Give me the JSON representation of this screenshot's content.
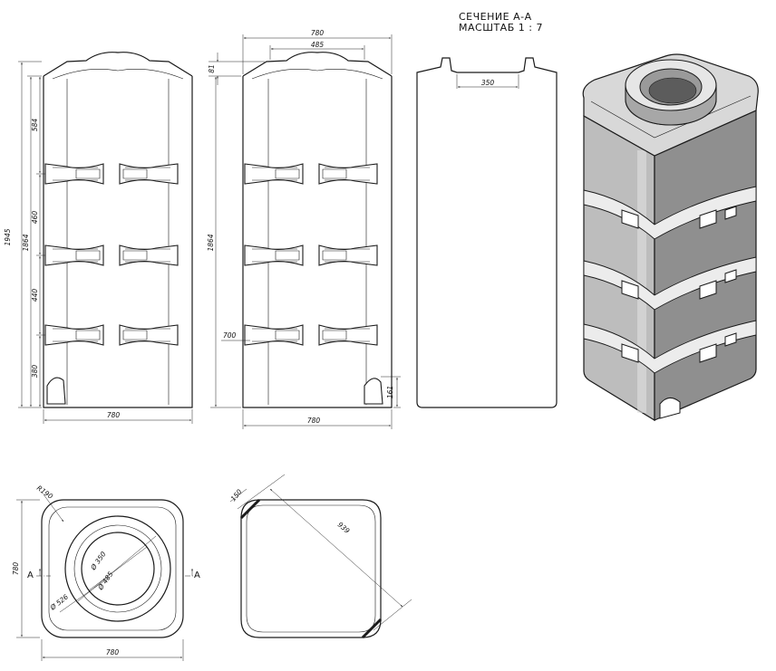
{
  "section_title": {
    "line1": "СЕЧЕНИЕ А-А",
    "line2": "МАСШТАБ 1 : 7"
  },
  "front_view": {
    "width": "780",
    "total_height": "1945",
    "body_height": "1864",
    "seg1": "584",
    "seg2": "460",
    "seg3": "440",
    "seg4": "380"
  },
  "side_view": {
    "top_width": "780",
    "neck_width": "485",
    "neck_height": "81",
    "body_height": "1864",
    "handle_height": "700",
    "outlet_height": "161",
    "bottom_width": "780"
  },
  "section_view": {
    "opening": "350"
  },
  "top_view": {
    "radius": "R190",
    "side": "780",
    "width": "780",
    "inner_diameter": "Ø 350",
    "middle_diameter": "Ø 485",
    "outer_diameter": "Ø 526",
    "section_left": "А",
    "section_right": "А"
  },
  "bottom_view": {
    "chamfer": "150",
    "diagonal": "939"
  },
  "colors": {
    "line": "#1a1a1a",
    "shade_dark": "#8f8f8f",
    "shade_mid": "#b5b5b5",
    "shade_light": "#d8d8d8",
    "shade_pale": "#ececec"
  }
}
